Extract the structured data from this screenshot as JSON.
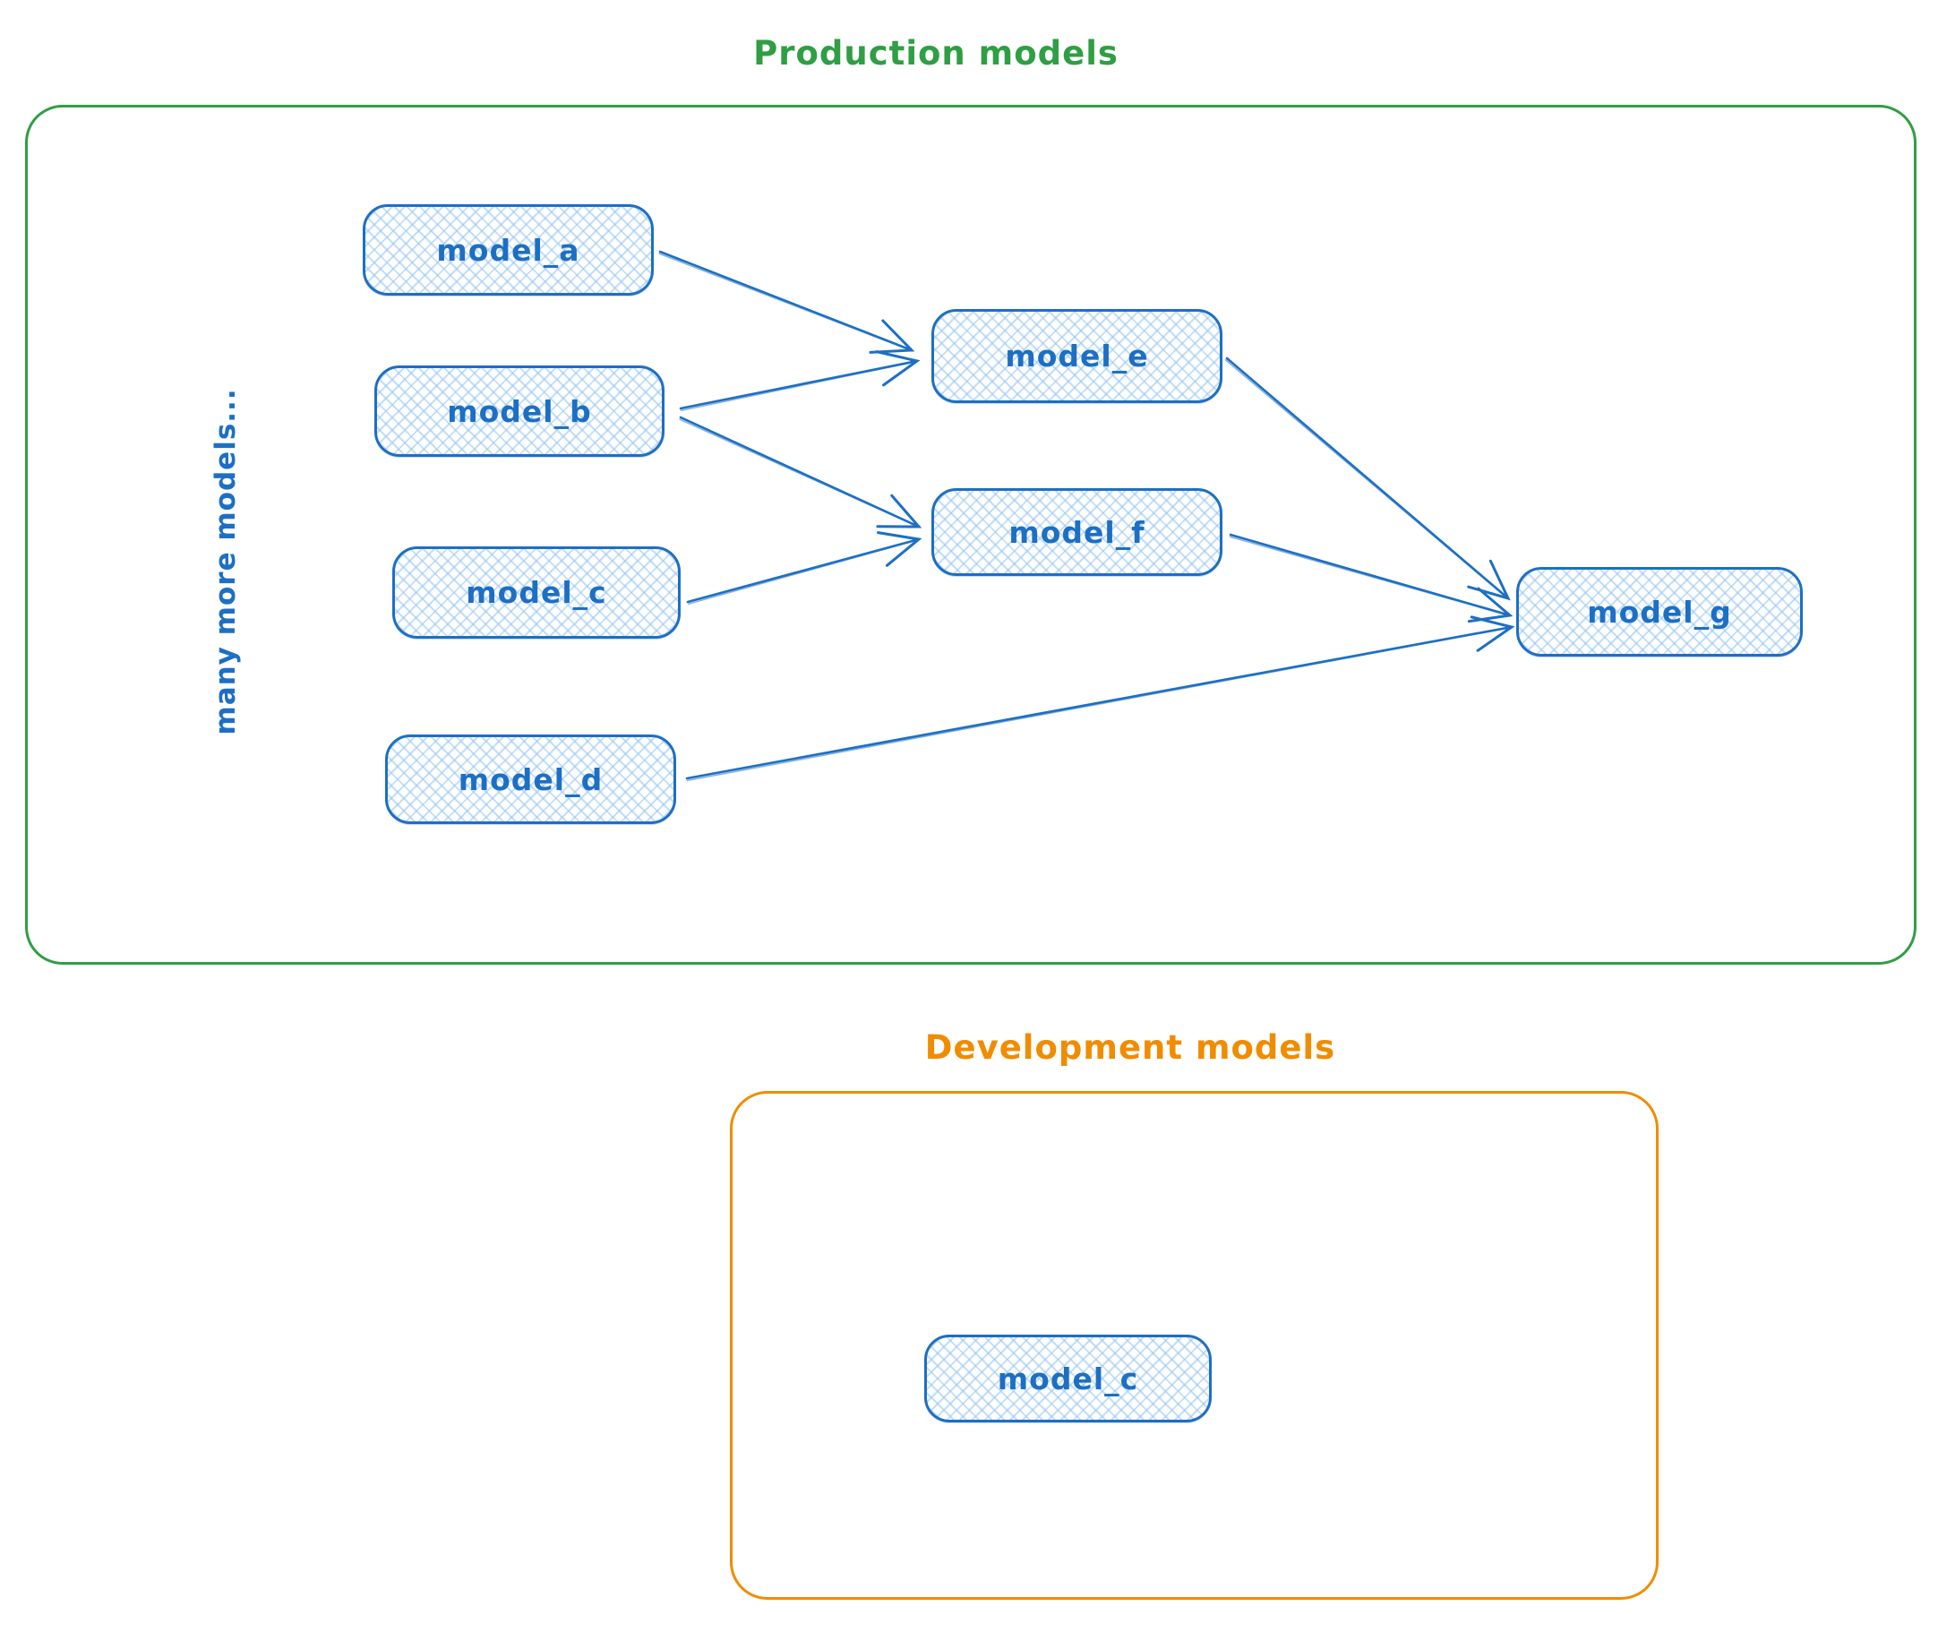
{
  "production": {
    "title": "Production models",
    "side_label": "many more models...",
    "nodes": [
      {
        "id": "model_a",
        "label": "model_a"
      },
      {
        "id": "model_b",
        "label": "model_b"
      },
      {
        "id": "model_c",
        "label": "model_c"
      },
      {
        "id": "model_d",
        "label": "model_d"
      },
      {
        "id": "model_e",
        "label": "model_e"
      },
      {
        "id": "model_f",
        "label": "model_f"
      },
      {
        "id": "model_g",
        "label": "model_g"
      }
    ]
  },
  "development": {
    "title": "Development models",
    "nodes": [
      {
        "id": "model_c_dev",
        "label": "model_c"
      }
    ]
  },
  "edges": [
    {
      "from": "model_a",
      "to": "model_e"
    },
    {
      "from": "model_b",
      "to": "model_e"
    },
    {
      "from": "model_b",
      "to": "model_f"
    },
    {
      "from": "model_c",
      "to": "model_f"
    },
    {
      "from": "model_e",
      "to": "model_g"
    },
    {
      "from": "model_f",
      "to": "model_g"
    },
    {
      "from": "model_d",
      "to": "model_g"
    }
  ],
  "colors": {
    "production_border": "#2f9e44",
    "development_border": "#f08c00",
    "node_stroke": "#1d6fc4",
    "node_hatch": "#b9d7f5",
    "label_text": "#1d6fc4",
    "edge_stroke": "#1d6fc4"
  }
}
